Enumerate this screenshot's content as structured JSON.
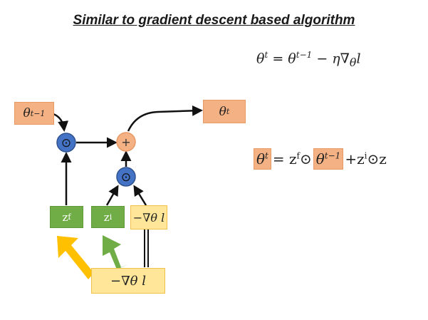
{
  "title": "Similar to gradient descent based algorithm",
  "equation_top": {
    "lhs": "θ",
    "lhs_sup": "t",
    "rhs": "θ",
    "rhs_sup": "t−1",
    "tail": "− η∇",
    "tail_sub": "θ",
    "tail_end": "l"
  },
  "nodes": {
    "theta_prev": {
      "base": "θ",
      "sup": "t−1"
    },
    "theta_out": {
      "base": "θ",
      "sup": "t"
    },
    "zf": {
      "base": "z",
      "sup": "f"
    },
    "zi": {
      "base": "z",
      "sup": "i"
    },
    "grad_small": "−∇θ l",
    "grad_bottom": "−∇θ l",
    "elementwise_symbol": "⊙",
    "add_symbol": "+"
  },
  "equation_right": {
    "lhs": "θ",
    "lhs_sup": "t",
    "eq": " = z",
    "zf_sup": "f",
    "odot1": "⊙",
    "theta": "θ",
    "theta_sup": "t−1",
    "plus": "+z",
    "zi_sup": "i",
    "odot2": "⊙z"
  },
  "colors": {
    "salmon": "#f4b183",
    "green": "#70ad47",
    "yellow": "#ffe699",
    "blue": "#4472c4",
    "arrow_yellow": "#ffc000",
    "arrow_green": "#70ad47"
  }
}
